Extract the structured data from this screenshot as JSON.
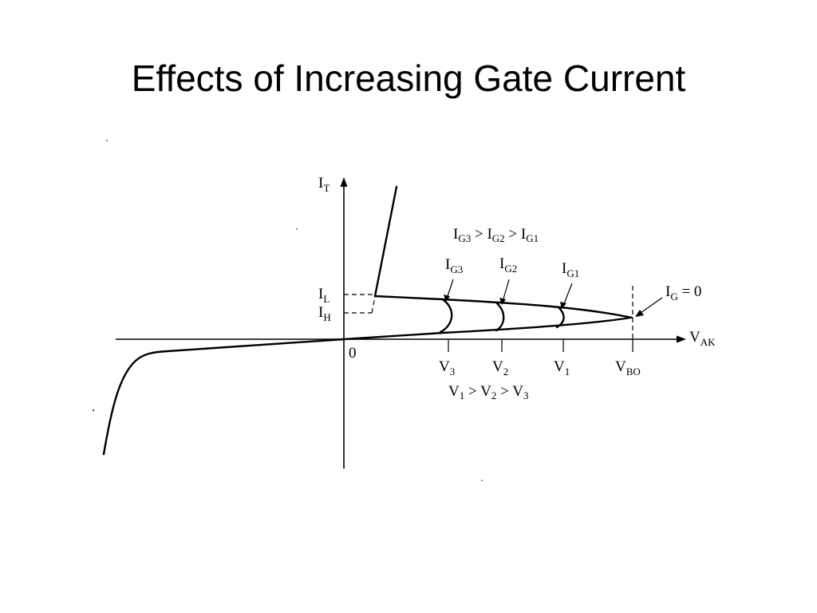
{
  "slide": {
    "title": "Effects of Increasing Gate Current"
  },
  "diagram": {
    "y_axis": {
      "main": "I",
      "sub": "T"
    },
    "x_axis": {
      "main": "V",
      "sub": "AK"
    },
    "origin": "0",
    "latching_current": {
      "main": "I",
      "sub": "L"
    },
    "holding_current": {
      "main": "I",
      "sub": "H"
    },
    "gate_order": {
      "a": "I",
      "a_sub": "G3",
      "op1": " > ",
      "b": "I",
      "b_sub": "G2",
      "op2": " > ",
      "c": "I",
      "c_sub": "G1"
    },
    "curve_labels": [
      {
        "main": "I",
        "sub": "G3"
      },
      {
        "main": "I",
        "sub": "G2"
      },
      {
        "main": "I",
        "sub": "G1"
      }
    ],
    "zero_gate": {
      "main": "I",
      "sub": "G",
      "rest": " = 0"
    },
    "voltages": [
      {
        "main": "V",
        "sub": "3"
      },
      {
        "main": "V",
        "sub": "2"
      },
      {
        "main": "V",
        "sub": "1"
      },
      {
        "main": "V",
        "sub": "BO"
      }
    ],
    "voltage_order": {
      "a": "V",
      "a_sub": "1",
      "op1": " > ",
      "b": "V",
      "b_sub": "2",
      "op2": " > ",
      "c": "V",
      "c_sub": "3"
    }
  }
}
